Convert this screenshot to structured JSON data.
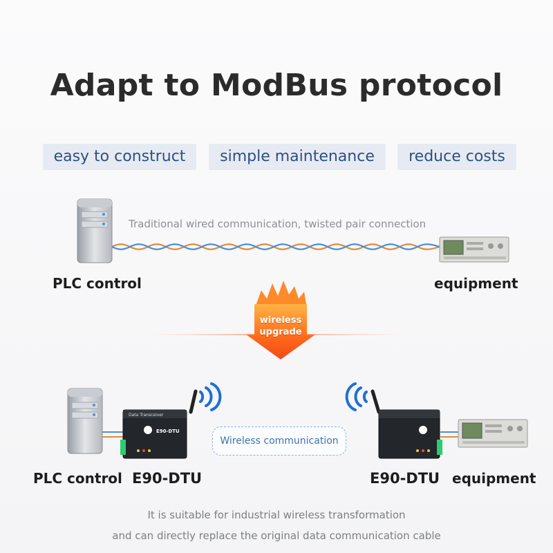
{
  "title": "Adapt to ModBus protocol",
  "tags": [
    "easy to construct",
    "simple maintenance",
    "reduce costs"
  ],
  "top": {
    "caption": "Traditional wired communication, twisted pair connection",
    "left_label": "PLC control",
    "right_label": "equipment"
  },
  "upgrade": {
    "line1": "wireless",
    "line2": "upgrade"
  },
  "bottom_diagram": {
    "left_label": "PLC control",
    "left_device": "E90-DTU",
    "link_label": "Wireless communication",
    "right_device": "E90-DTU",
    "right_label": "equipment",
    "device_header": "Data Transceiver",
    "device_name": "E90-DTU"
  },
  "footer": {
    "line1": "It is suitable for industrial wireless transformation",
    "line2": "and can directly replace the original data communication cable"
  }
}
